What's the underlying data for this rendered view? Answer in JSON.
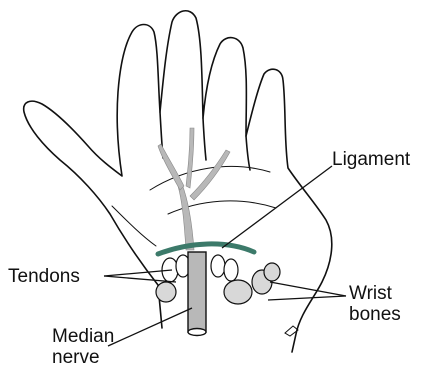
{
  "labels": {
    "ligament": "Ligament",
    "tendons": "Tendons",
    "wrist_bones_line1": "Wrist",
    "wrist_bones_line2": "bones",
    "median_nerve_line1": "Median",
    "median_nerve_line2": "nerve"
  },
  "colors": {
    "outline": "#111111",
    "nerve_fill": "#b8b8b8",
    "ligament_band": "#3c7a6a",
    "background": "#ffffff"
  }
}
